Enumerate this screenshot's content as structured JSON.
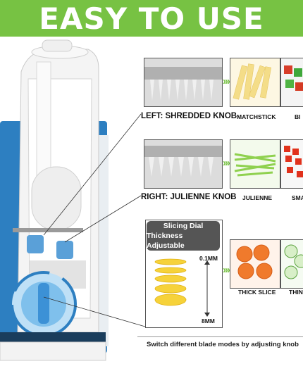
{
  "banner": {
    "title": "EASY TO USE"
  },
  "sections": {
    "left": {
      "knob_label": "LEFT: SHREDDED KNOB",
      "products": [
        "MATCHSTICK",
        "BI"
      ]
    },
    "right": {
      "knob_label": "RIGHT: JULIENNE KNOB",
      "products": [
        "JULIENNE",
        "SMA"
      ]
    },
    "dial": {
      "title_line1": "Slicing Dial",
      "title_line2": "Thickness Adjustable",
      "min_label": "0.1MM",
      "max_label": "8MM",
      "products": [
        "THICK SLICE",
        "THIN"
      ]
    }
  },
  "footer": {
    "text": "Switch different blade modes by adjusting knob"
  },
  "colors": {
    "accent_green": "#77c243",
    "device_blue": "#2d7fc1",
    "pill_gray": "#555555"
  }
}
